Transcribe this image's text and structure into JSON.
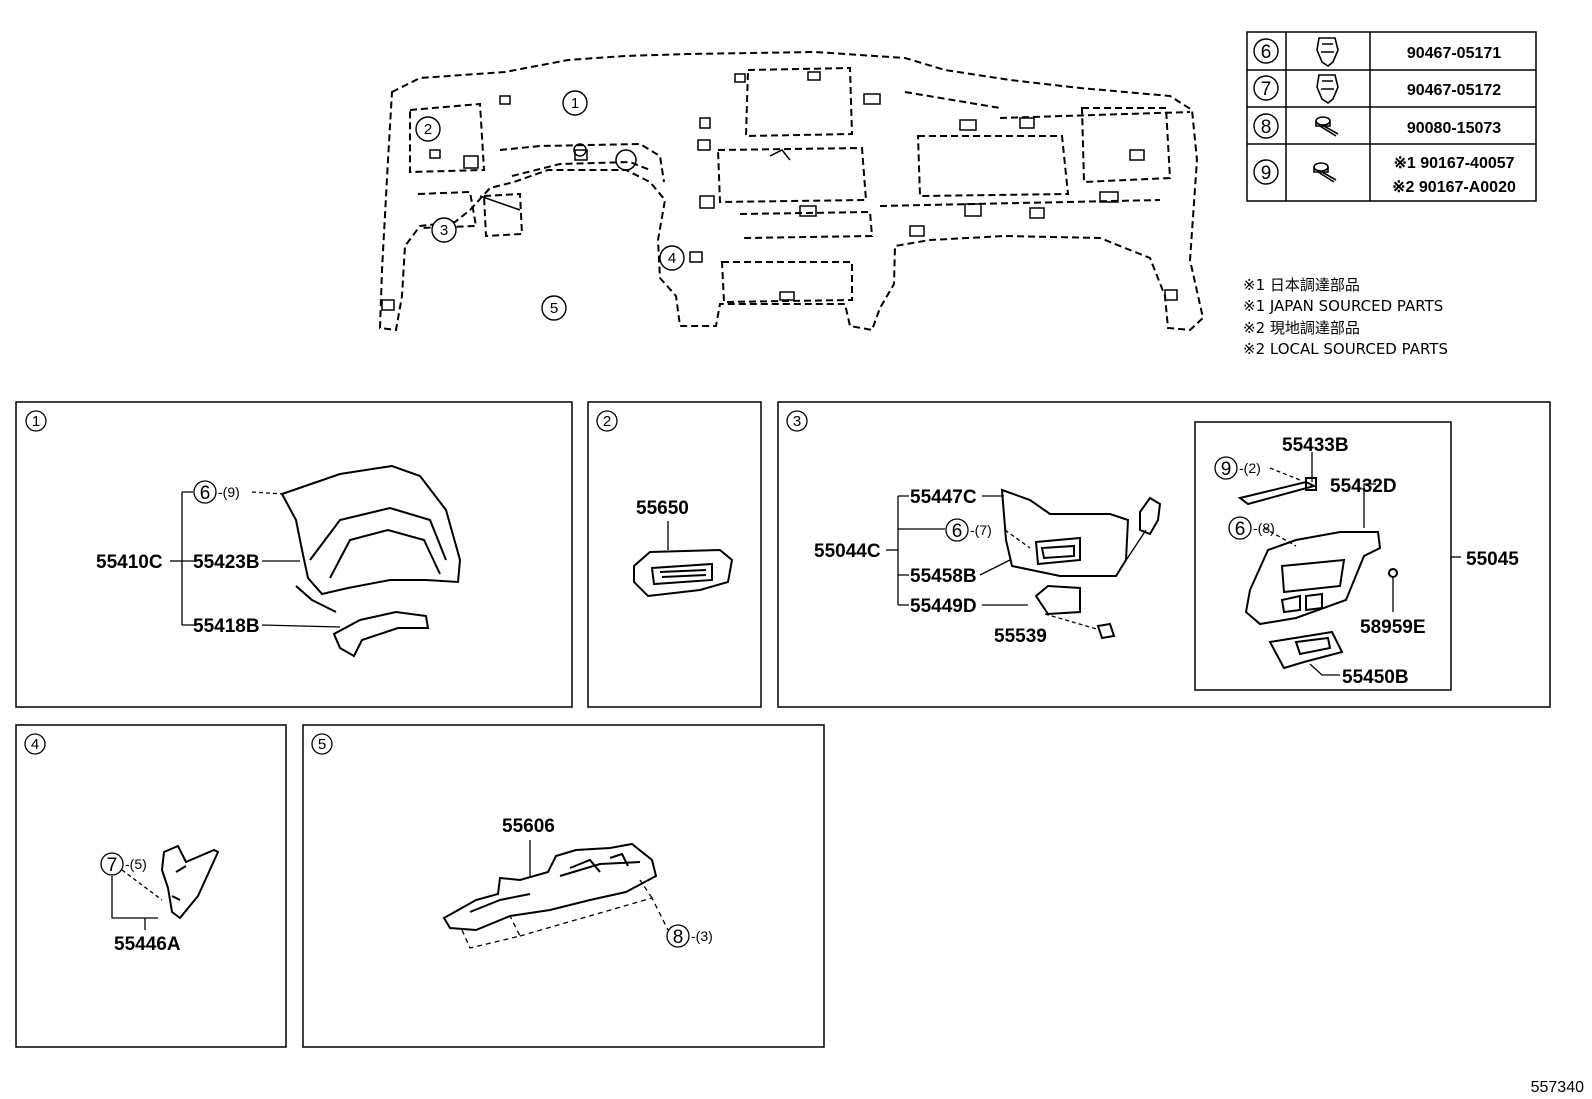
{
  "fasteners": [
    {
      "index": "6",
      "part": "90467-05171"
    },
    {
      "index": "7",
      "part": "90467-05172"
    },
    {
      "index": "8",
      "part": "90080-15073"
    },
    {
      "index": "9",
      "part_line1": "※1 90167-40057",
      "part_line2": "※2 90167-A0020"
    }
  ],
  "notes": [
    "※1 日本調達部品",
    "※1 JAPAN SOURCED PARTS",
    "※2 現地調達部品",
    "※2 LOCAL SOURCED PARTS"
  ],
  "overview": {
    "markers": [
      "1",
      "2",
      "3",
      "4",
      "5"
    ]
  },
  "panel1": {
    "index": "1",
    "fastener": "6",
    "fastener_qty": "-(9)",
    "parts": {
      "assembly": "55410C",
      "hood": "55423B",
      "lower": "55418B"
    }
  },
  "panel2": {
    "index": "2",
    "parts": {
      "vent": "55650"
    }
  },
  "panel3": {
    "index": "3",
    "fastener_a": "6",
    "fastener_a_qty": "-(7)",
    "fastener_b": "9",
    "fastener_b_qty": "-(2)",
    "fastener_c": "6",
    "fastener_c_qty": "-(8)",
    "parts": {
      "assembly": "55044C",
      "cover": "55447C",
      "panel": "55458B",
      "bracket": "55449D",
      "lock": "55539",
      "damper": "55433B",
      "box_door": "55432D",
      "box_assembly": "55045",
      "cushion": "58959E",
      "inner": "55450B"
    }
  },
  "panel4": {
    "index": "4",
    "fastener": "7",
    "fastener_qty": "-(5)",
    "parts": {
      "trim": "55446A"
    }
  },
  "panel5": {
    "index": "5",
    "fastener": "8",
    "fastener_qty": "-(3)",
    "parts": {
      "under_cover": "55606"
    }
  },
  "drawing_number": "557340"
}
